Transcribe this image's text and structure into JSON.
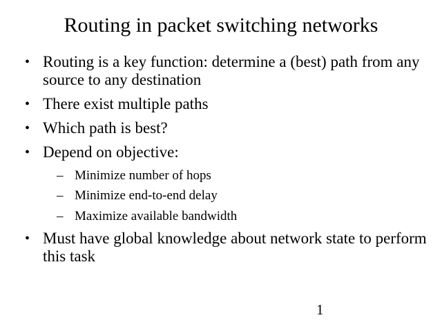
{
  "slide": {
    "title": "Routing in packet switching networks",
    "bullet_marker": "•",
    "sub_bullet_marker": "–",
    "bullets": [
      {
        "level": 1,
        "text": "Routing is a key function: determine a (best) path from any source to any destination"
      },
      {
        "level": 1,
        "text": "There exist multiple paths"
      },
      {
        "level": 1,
        "text": "Which path is best?"
      },
      {
        "level": 1,
        "text": "Depend on objective:"
      },
      {
        "level": 2,
        "text": "Minimize number of hops"
      },
      {
        "level": 2,
        "text": "Minimize end-to-end delay"
      },
      {
        "level": 2,
        "text": "Maximize available bandwidth"
      },
      {
        "level": 1,
        "text": "Must have global knowledge about network state to perform this task"
      }
    ],
    "page_number": "1",
    "colors": {
      "background": "#ffffff",
      "text": "#000000"
    }
  }
}
